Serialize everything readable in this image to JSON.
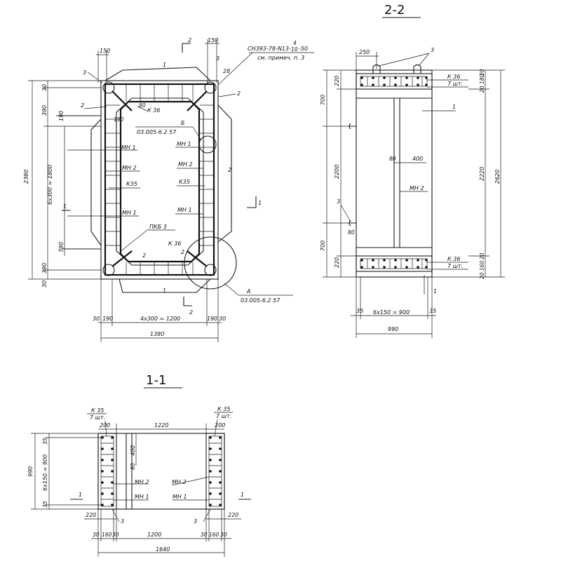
{
  "sections": {
    "s22": "2-2",
    "s11": "1-1"
  },
  "plan": {
    "dim_top_left": "150",
    "dim_top_right": "150",
    "cut_mark_top": "2",
    "cut_mark_bottom": "2",
    "cut_mark_right": "1",
    "cut_mark_left": "1",
    "note_line1": "СН393-78-N13-",
    "note_frac_num": "4",
    "note_frac_den": "10",
    "note_line1_end": "-50",
    "note_line2": "см. примеч. п. 3",
    "label_1_top": "1",
    "label_1_bottom": "1",
    "label_2_a": "2",
    "label_2_b": "2",
    "label_2_c": "2",
    "label_2_d": "2",
    "label_2_e": "2",
    "label_3_a": "3",
    "label_3_b": "3",
    "label_28": "28",
    "k36_top": "К 36",
    "k36_bottom": "К 36",
    "dim_80": "80",
    "dim_150": "150",
    "ref_b_letter": "Б",
    "ref_b": "03.005-6.2  57",
    "ref_a_letter": "А",
    "ref_a": "03.005-6.2  57",
    "mn1_l1": "МН 1",
    "mn1_r1": "МН 1",
    "mn2_l": "МН 2",
    "mn2_r": "МН 2",
    "k35_l": "К35",
    "k35_r": "К35",
    "mn1_l2": "МН 1",
    "mn1_r2": "МН 1",
    "pkb3": "ПКБ 3",
    "dim_2380": "2380",
    "dim_6x300": "6х300 = 1800",
    "dim_30_t": "30",
    "dim_390_t": "390",
    "dim_190_t": "190",
    "dim_790": "790",
    "dim_390_b": "390",
    "dim_30_b": "30",
    "dim_b_30l": "30",
    "dim_b_190l": "190",
    "dim_b_4x300": "4х300 = 1200",
    "dim_b_190r": "190",
    "dim_b_30r": "30",
    "dim_b_1380": "1380"
  },
  "s22": {
    "dim_250": "250",
    "label_3": "3",
    "k36_top": "К 36",
    "k36_top_n": "7 шт.",
    "k36_bot": "К 36",
    "k36_bot_n": "7 шт.",
    "label_1": "1",
    "label_1b": "1",
    "label_3b": "3",
    "dim_80": "80",
    "dim_400": "400",
    "mn2": "МН 2",
    "dim_700_t": "700",
    "dim_220_t": "220",
    "dim_2200": "2200",
    "dim_700_b": "700",
    "dim_220_b": "220",
    "dim_80_b": "80",
    "dim_r20a": "20",
    "dim_r180": "180",
    "dim_r20b": "20",
    "dim_r2220": "2220",
    "dim_r2620": "2620",
    "dim_r20c": "20",
    "dim_r160": "160",
    "dim_r20d": "20",
    "dim_35l": "35",
    "dim_6x150": "6х150 = 900",
    "dim_35r": "35",
    "dim_990": "990"
  },
  "s11": {
    "k35_l": "К 35",
    "k35_l_n": "7 шт.",
    "k35_r": "К 35",
    "k35_r_n": "7 шт.",
    "dim_200_l": "200",
    "dim_1220": "1220",
    "dim_200_r": "200",
    "dim_990": "990",
    "dim_35_t": "35",
    "dim_6x150": "6х150 = 900",
    "dim_35_b": "35",
    "dim_400": "400",
    "dim_80": "80",
    "mn2_l": "МН 2",
    "mn2_r": "МН 2",
    "mn1_l": "МН 1",
    "mn1_r": "МН 1",
    "mark_1_l": "1",
    "mark_1_r": "1",
    "dim_220_l": "220",
    "dim_220_r": "220",
    "label_3_l": "3",
    "label_3_r": "3",
    "dim_b_30a": "30",
    "dim_b_160a": "160",
    "dim_b_30b": "30",
    "dim_b_1200": "1200",
    "dim_b_30c": "30",
    "dim_b_160b": "160",
    "dim_b_30d": "30",
    "dim_b_1640": "1640"
  }
}
